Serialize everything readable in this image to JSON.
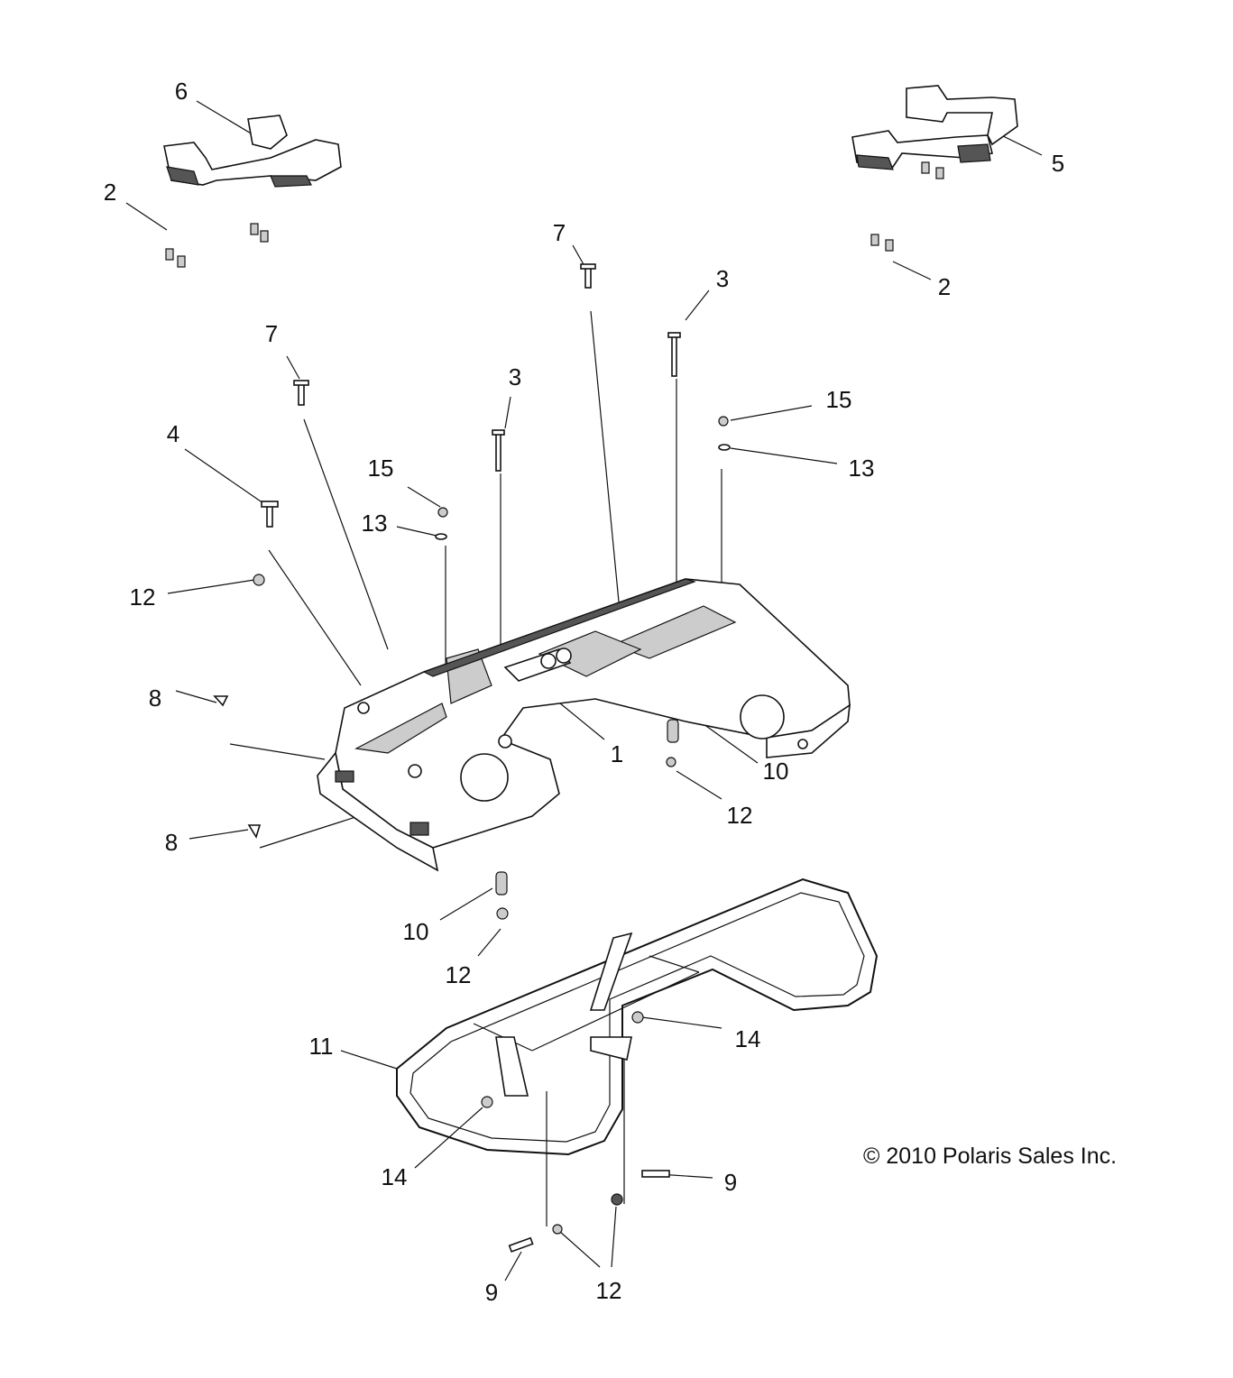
{
  "labels": [
    "6",
    "2",
    "7",
    "3",
    "5",
    "2",
    "7",
    "3",
    "15",
    "4",
    "15",
    "13",
    "13",
    "12",
    "8",
    "1",
    "10",
    "12",
    "8",
    "10",
    "12",
    "11",
    "14",
    "14",
    "9",
    "9",
    "12"
  ],
  "copyright": "© 2010 Polaris Sales Inc.",
  "colors": {
    "line": "#111111",
    "background": "#ffffff"
  }
}
